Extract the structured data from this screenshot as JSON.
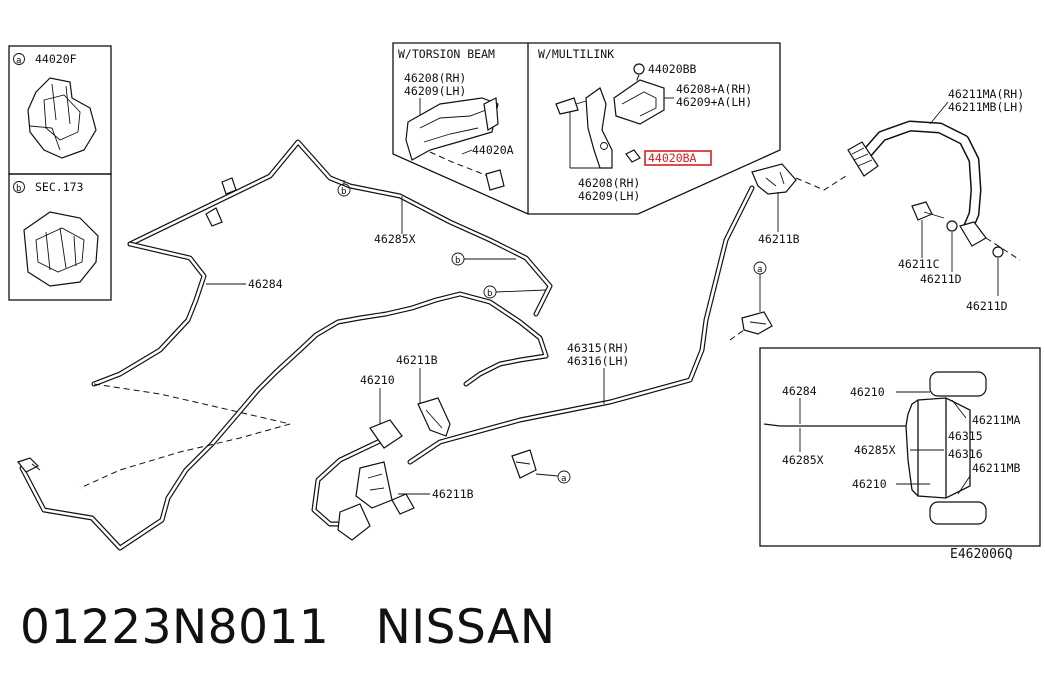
{
  "diagram": {
    "code": "E462006Q",
    "inset_a": {
      "marker": "a",
      "label": "44020F"
    },
    "inset_b": {
      "marker": "b",
      "label": "SEC.173"
    },
    "detail_torsion": {
      "title": "W/TORSION BEAM",
      "bracket_line1": "46208(RH)",
      "bracket_line2": "46209(LH)",
      "bolt": "44020A"
    },
    "detail_multilink": {
      "title": "W/MULTILINK",
      "nut_top": "44020BB",
      "bracket_plus_line1": "46208+A(RH)",
      "bracket_plus_line2": "46209+A(LH)",
      "highlighted_part": "44020BA",
      "highlight_color": "#d81e1e",
      "bracket_line1": "46208(RH)",
      "bracket_line2": "46209(LH)"
    },
    "callouts": {
      "tube_46284": "46284",
      "tube_46285x": "46285X",
      "tube_46315_rh": "46315(RH)",
      "tube_46316_lh": "46316(LH)",
      "clip_46211b_top": "46211B",
      "clip_46211b_mid": "46211B",
      "clip_46211b_low": "46211B",
      "hose_46210": "46210",
      "hose_ma_rh": "46211MA(RH)",
      "hose_mb_lh": "46211MB(LH)",
      "bolt_46211c": "46211C",
      "washer_46211d_a": "46211D",
      "washer_46211d_b": "46211D"
    },
    "markers": [
      "b",
      "b",
      "b",
      "a",
      "a"
    ],
    "layout_view": {
      "l_46284": "46284",
      "l_46285x_left": "46285X",
      "l_46210_top": "46210",
      "l_46285x_mid": "46285X",
      "l_46210_bot": "46210",
      "r_46211ma": "46211MA",
      "r_46315": "46315",
      "r_46316": "46316",
      "r_46211mb": "46211MB"
    }
  },
  "footer": {
    "part_number": "01223N8011",
    "brand": "NISSAN"
  }
}
